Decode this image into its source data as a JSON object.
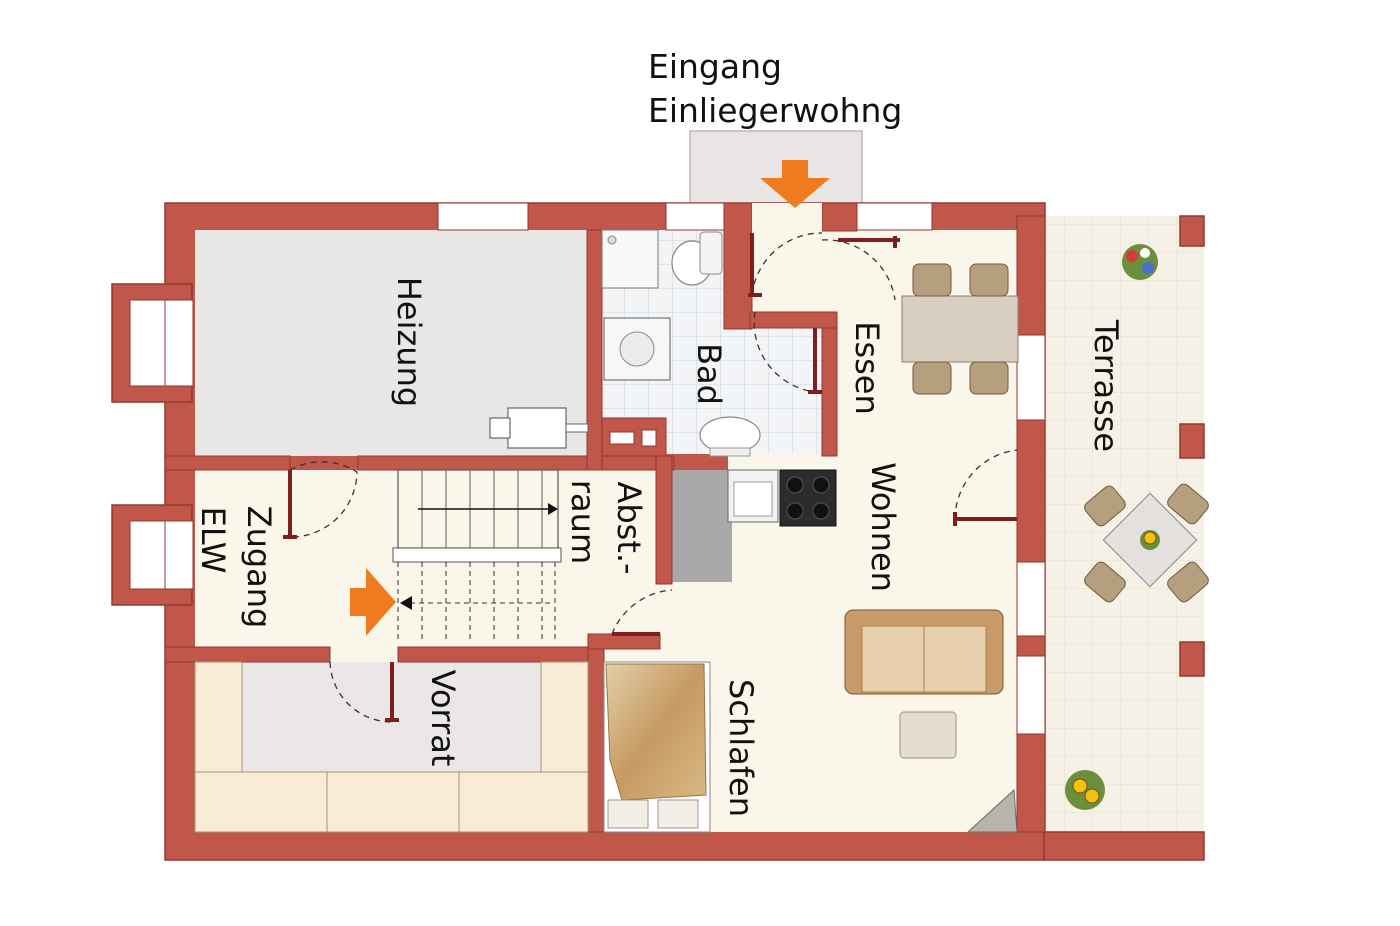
{
  "entrance": {
    "line1": "Eingang",
    "line2": "Einliegerwohng"
  },
  "rooms": {
    "heizung": "Heizung",
    "bad": "Bad",
    "essen": "Essen",
    "terrasse": "Terrasse",
    "abst": "Abst.-",
    "raum": "raum",
    "wohnen": "Wohnen",
    "zugang": "Zugang",
    "elw": "ELW",
    "vorrat": "Vorrat",
    "schlafen": "Schlafen"
  },
  "colors": {
    "wall": "#c0574a",
    "wall_edge": "#8f3a30",
    "floor": "#fbf6ea",
    "room_gray": "#e9e6e6",
    "tile": "#f3efe4",
    "accent_arrow": "#f07a1e"
  }
}
